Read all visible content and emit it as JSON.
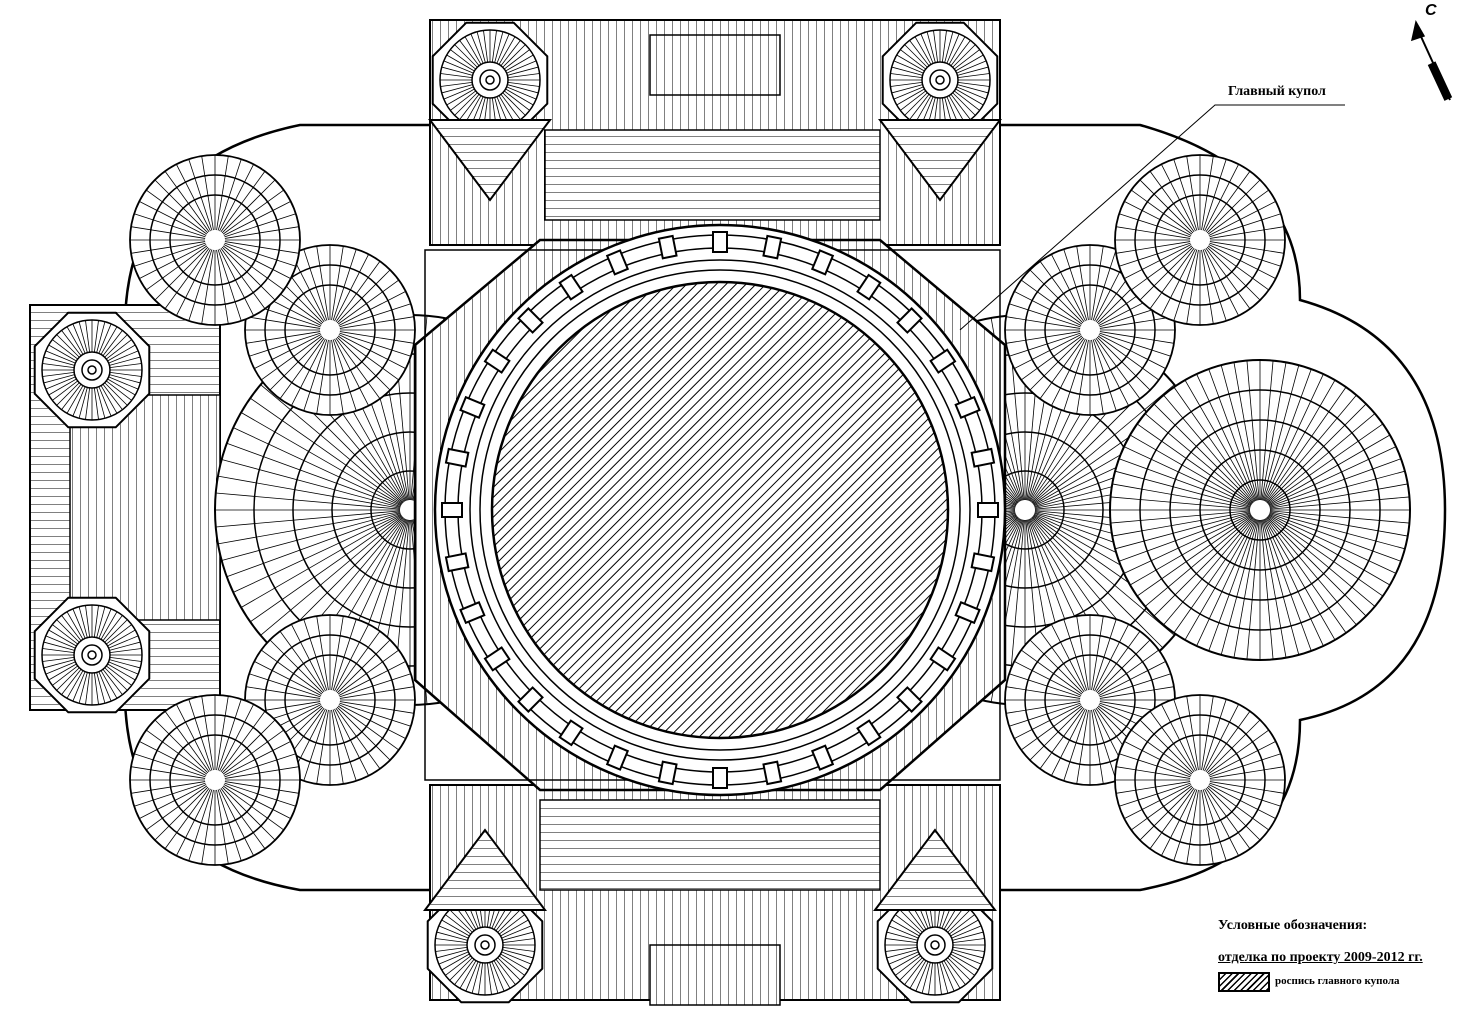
{
  "callout": {
    "label": "Главный купол"
  },
  "north_arrow": {
    "label": "С"
  },
  "legend": {
    "title": "Условные обозначения:",
    "subtitle": "отделка по проекту 2009-2012 гг.",
    "items": [
      {
        "label": "роспись главного купола",
        "pattern": "hatch"
      }
    ]
  },
  "colors": {
    "ink": "#000000",
    "paper": "#ffffff"
  }
}
